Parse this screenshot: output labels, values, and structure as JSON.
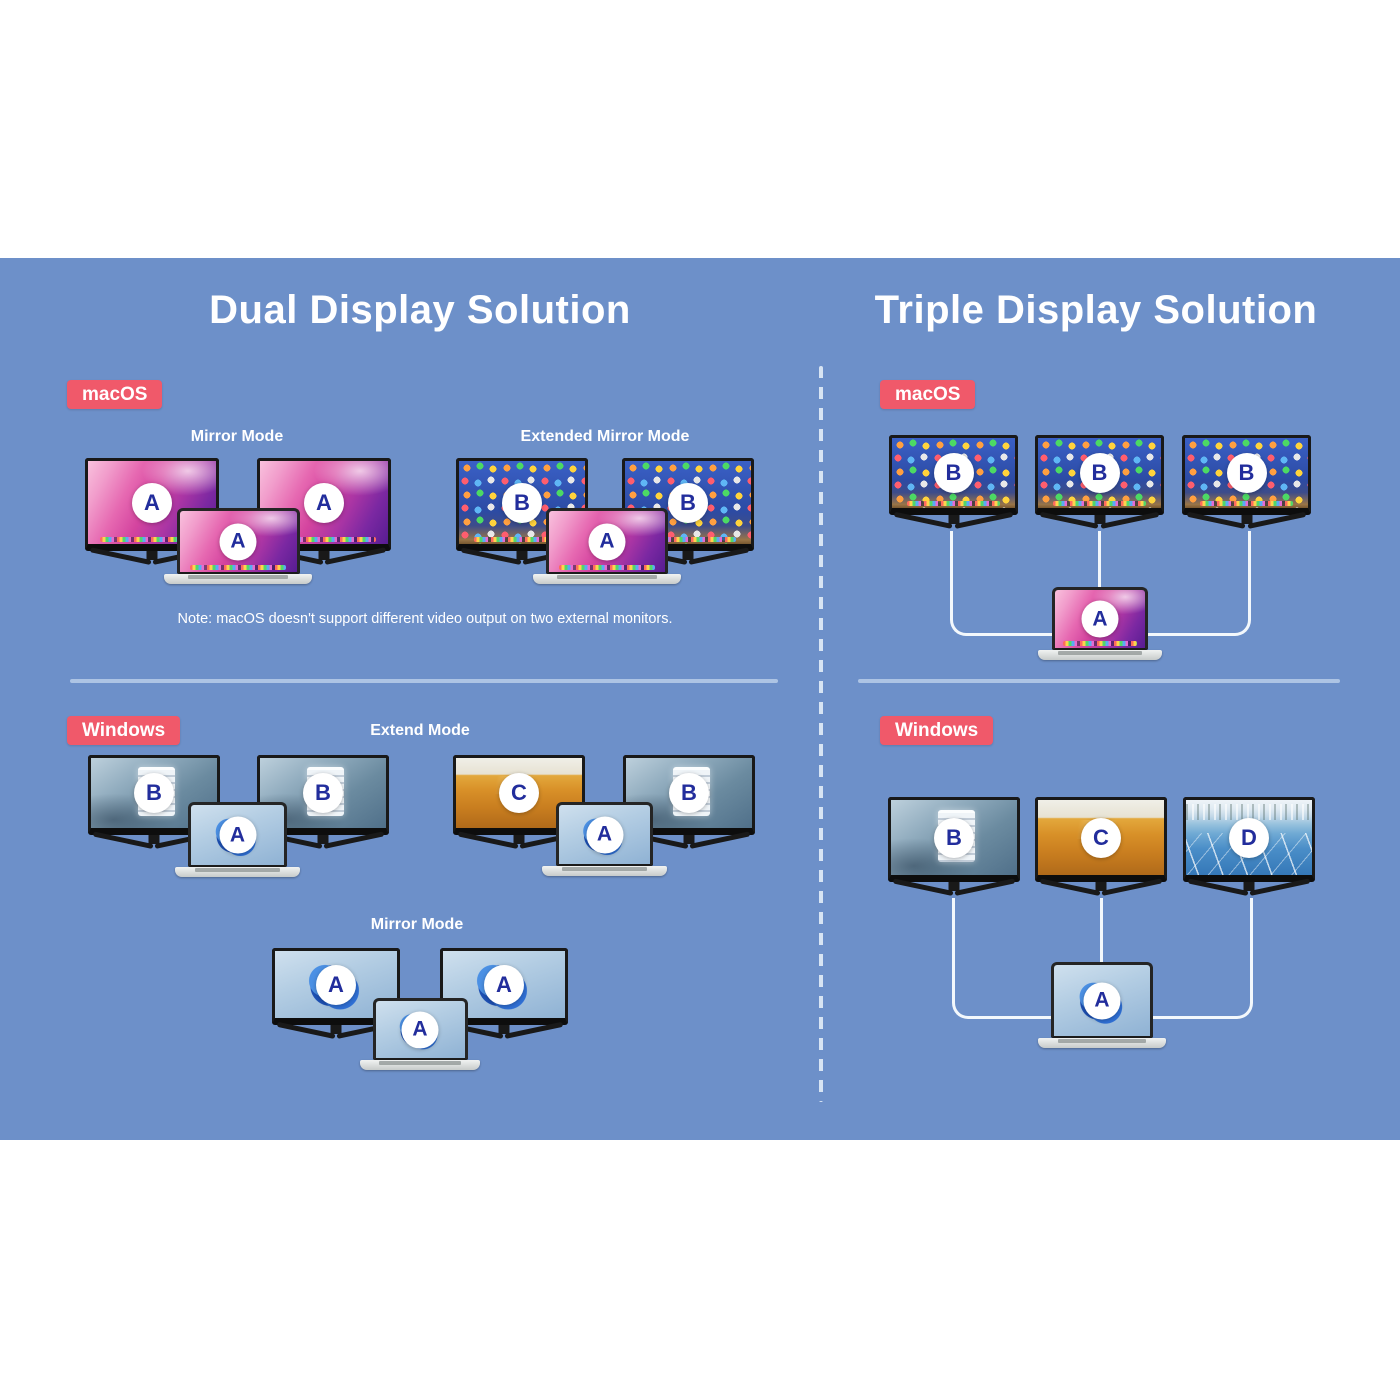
{
  "colors": {
    "panel_background": "#6d90c9",
    "badge_red": "#f0596a",
    "letter_blue": "#222d9c",
    "text_white": "#ffffff",
    "connector_line": "#f3f8fc"
  },
  "dual": {
    "title": "Dual Display Solution",
    "macos": {
      "badge": "macOS",
      "mirror": {
        "label": "Mirror Mode",
        "monitor1": "A",
        "monitor2": "A",
        "laptop": "A"
      },
      "extended": {
        "label": "Extended Mirror Mode",
        "monitor1": "B",
        "monitor2": "B",
        "laptop": "A"
      },
      "note": "Note: macOS doesn't support different video output on two external monitors."
    },
    "windows": {
      "badge": "Windows",
      "extend": {
        "label": "Extend Mode",
        "group1": {
          "monitor1": "B",
          "monitor2": "B",
          "laptop": "A"
        },
        "group2": {
          "monitor1": "C",
          "monitor2": "B",
          "laptop": "A"
        }
      },
      "mirror": {
        "label": "Mirror Mode",
        "monitor1": "A",
        "monitor2": "A",
        "laptop": "A"
      }
    }
  },
  "triple": {
    "title": "Triple Display Solution",
    "macos": {
      "badge": "macOS",
      "monitor1": "B",
      "monitor2": "B",
      "monitor3": "B",
      "laptop": "A"
    },
    "windows": {
      "badge": "Windows",
      "monitor1": "B",
      "monitor2": "C",
      "monitor3": "D",
      "laptop": "A"
    }
  }
}
